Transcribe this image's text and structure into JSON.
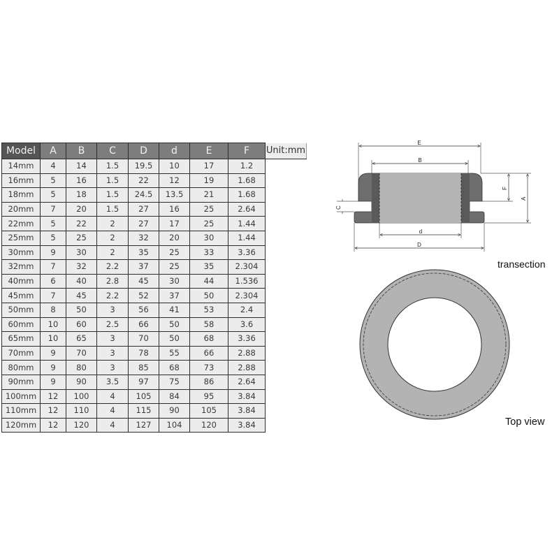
{
  "table": {
    "headers": [
      "Model",
      "A",
      "B",
      "C",
      "D",
      "d",
      "E",
      "F"
    ],
    "unit_label": "Unit:mm",
    "rows": [
      [
        "14mm",
        "4",
        "14",
        "1.5",
        "19.5",
        "10",
        "17",
        "1.2"
      ],
      [
        "16mm",
        "5",
        "16",
        "1.5",
        "22",
        "12",
        "19",
        "1.68"
      ],
      [
        "18mm",
        "5",
        "18",
        "1.5",
        "24.5",
        "13.5",
        "21",
        "1.68"
      ],
      [
        "20mm",
        "7",
        "20",
        "1.5",
        "27",
        "16",
        "25",
        "2.64"
      ],
      [
        "22mm",
        "5",
        "22",
        "2",
        "27",
        "17",
        "25",
        "1.44"
      ],
      [
        "25mm",
        "5",
        "25",
        "2",
        "32",
        "20",
        "30",
        "1.44"
      ],
      [
        "30mm",
        "9",
        "30",
        "2",
        "35",
        "25",
        "33",
        "3.36"
      ],
      [
        "32mm",
        "7",
        "32",
        "2.2",
        "37",
        "25",
        "35",
        "2.304"
      ],
      [
        "40mm",
        "6",
        "40",
        "2.8",
        "45",
        "30",
        "44",
        "1.536"
      ],
      [
        "45mm",
        "7",
        "45",
        "2.2",
        "52",
        "37",
        "50",
        "2.304"
      ],
      [
        "50mm",
        "8",
        "50",
        "3",
        "56",
        "41",
        "53",
        "2.4"
      ],
      [
        "60mm",
        "10",
        "60",
        "2.5",
        "66",
        "50",
        "58",
        "3.6"
      ],
      [
        "65mm",
        "10",
        "65",
        "3",
        "70",
        "50",
        "68",
        "3.36"
      ],
      [
        "70mm",
        "9",
        "70",
        "3",
        "78",
        "55",
        "66",
        "2.88"
      ],
      [
        "80mm",
        "9",
        "80",
        "3",
        "85",
        "68",
        "73",
        "2.88"
      ],
      [
        "90mm",
        "9",
        "90",
        "3.5",
        "97",
        "75",
        "86",
        "2.64"
      ],
      [
        "100mm",
        "12",
        "100",
        "4",
        "105",
        "84",
        "95",
        "3.84"
      ],
      [
        "110mm",
        "12",
        "110",
        "4",
        "115",
        "90",
        "105",
        "3.84"
      ],
      [
        "120mm",
        "12",
        "120",
        "4",
        "127",
        "104",
        "120",
        "3.84"
      ]
    ]
  },
  "transection": {
    "caption": "transection",
    "labels": {
      "E": "E",
      "B": "B",
      "F": "F",
      "A": "A",
      "C": "C",
      "d": "d",
      "D": "D"
    },
    "colors": {
      "outer": "#6e6e6e",
      "inner_band": "#5a5a5a",
      "core": "#b4b4b4"
    }
  },
  "top_view": {
    "caption": "Top view",
    "colors": {
      "ring": "#b3b3b3",
      "stroke": "#333333"
    }
  }
}
